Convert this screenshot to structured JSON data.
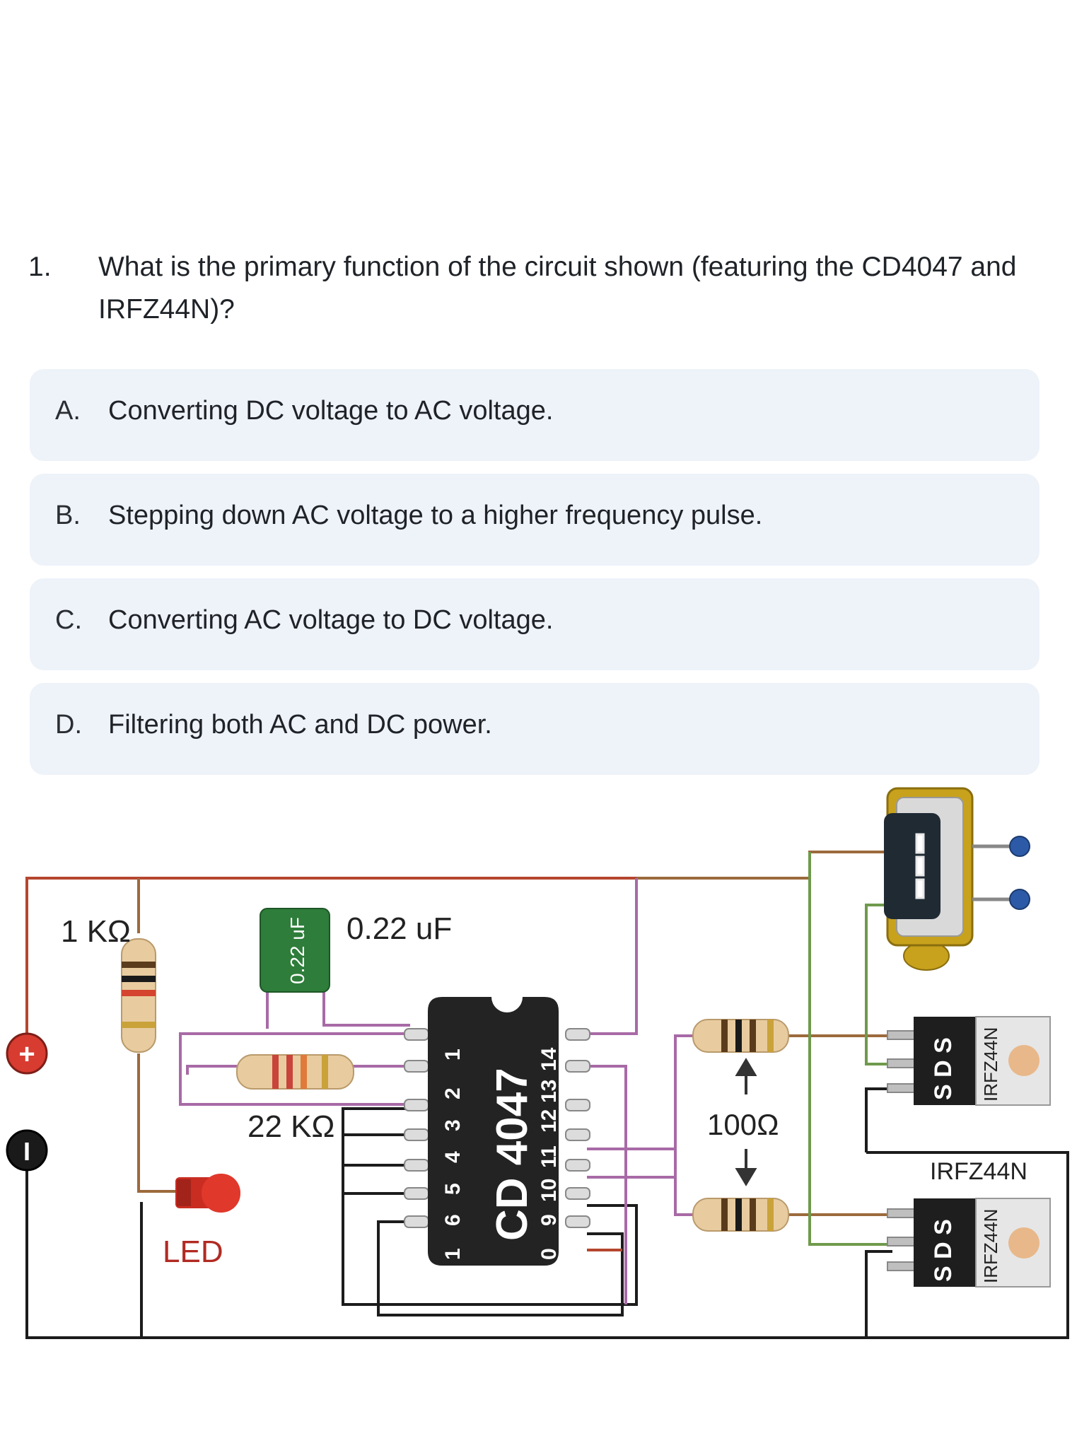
{
  "question": {
    "number": "1.",
    "text": "What is the primary function of the circuit shown (featuring the CD4047 and IRFZ44N)?"
  },
  "options": [
    {
      "letter": "A.",
      "text": "Converting DC voltage to AC voltage."
    },
    {
      "letter": "B.",
      "text": "Stepping down AC voltage to a higher frequency pulse."
    },
    {
      "letter": "C.",
      "text": "Converting AC voltage to DC voltage."
    },
    {
      "letter": "D.",
      "text": "Filtering both AC and DC power."
    }
  ],
  "circuit": {
    "resistor_1k_label": "1 KΩ",
    "capacitor_body_label": "0.22 uF",
    "capacitor_label": "0.22 uF",
    "resistor_22k_label": "22 KΩ",
    "led_label": "LED",
    "ic_label": "CD 4047",
    "ic_pins_left": [
      "1",
      "6",
      "5",
      "4",
      "3",
      "2",
      "1"
    ],
    "ic_pins_right": [
      "0",
      "9",
      "10",
      "11",
      "12",
      "13",
      "14"
    ],
    "resistor_100_label": "100Ω",
    "mosfet_top_pins": "S D S",
    "mosfet_top_label": "IRFZ44N",
    "mosfet_bottom_pins": "S D S",
    "mosfet_bottom_label": "IRFZ44N",
    "mosfet_caption": "IRFZ44N",
    "plus_symbol": "+",
    "minus_symbol": "I",
    "colors": {
      "wire_red": "#b5462f",
      "wire_brown": "#9c6a3c",
      "wire_purple": "#a86aa6",
      "wire_green": "#6f9a4c",
      "wire_black": "#1c1c1c",
      "ic_body": "#232323",
      "capacitor": "#2e7d3a",
      "led": "#e0382b",
      "positive_terminal": "#d83b30",
      "negative_terminal": "#1a1a1a",
      "transformer_frame": "#c8a21c"
    }
  }
}
